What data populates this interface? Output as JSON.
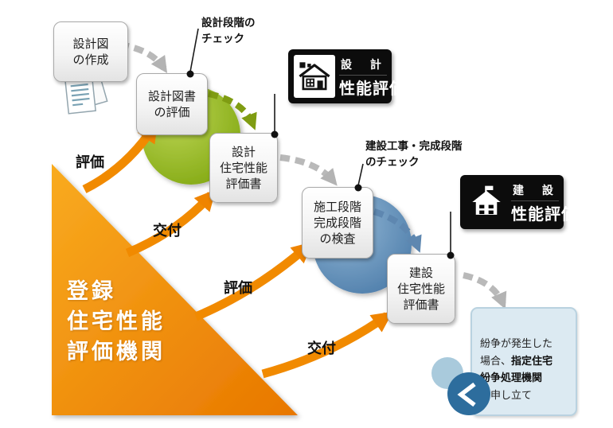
{
  "triangle": {
    "label": "登録\n住宅性能\n評価機関"
  },
  "process": {
    "design_drawing_creation": "設計図\nの作成",
    "design_document_evaluation": "設計図書\nの評価",
    "design_performance_report": "設計\n住宅性能\n評価書",
    "construction_completion_inspection": "施工段階\n完成段階\nの検査",
    "construction_performance_report": "建設\n住宅性能\n評価書"
  },
  "annotations": {
    "design_stage_check": "設計段階の\nチェック",
    "construction_stage_check": "建設工事・完成段階\nのチェック"
  },
  "badges": {
    "design": {
      "category": "設 計",
      "title": "性能評価"
    },
    "construction": {
      "category": "建 設",
      "title": "性能評価"
    }
  },
  "flow_labels": {
    "evaluation_1": "評価",
    "issuance_1": "交付",
    "evaluation_2": "評価",
    "issuance_2": "交付"
  },
  "dispute_note": {
    "text_normal_1": "紛争が発生した\n場合、",
    "text_bold": "指定住宅\n紛争処理機関",
    "text_normal_2": "\nに申し立て"
  },
  "colors": {
    "org_orange": "#ee8100",
    "design_green": "#8fb71b",
    "construction_blue": "#5b88b5",
    "arrow_gray": "#b9b9b9",
    "badge_black": "#0c0c0c",
    "note_blue_bg": "#dceaf2"
  }
}
